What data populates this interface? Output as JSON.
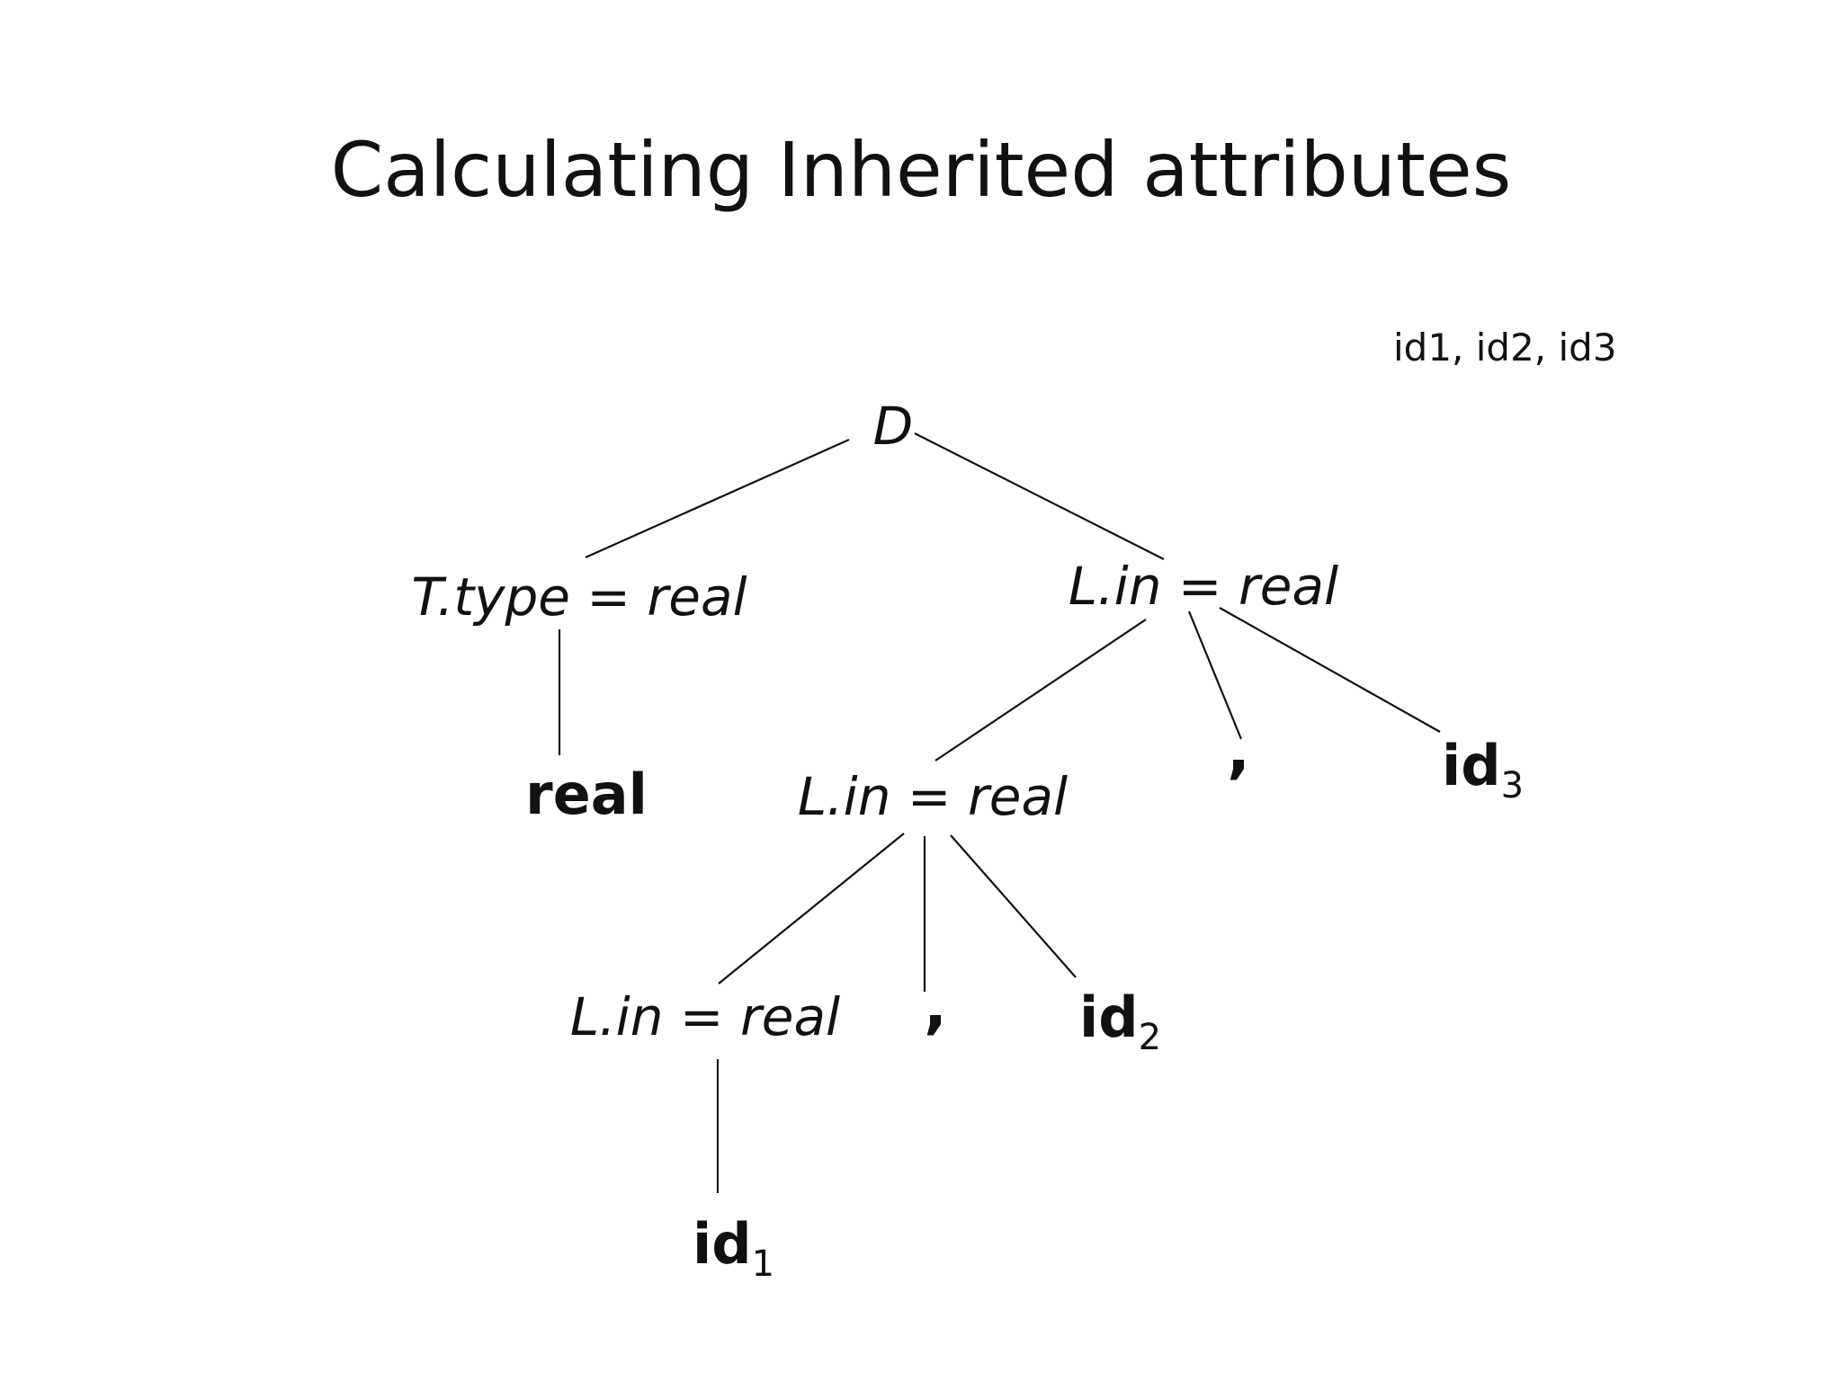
{
  "slide": {
    "title": "Calculating Inherited attributes",
    "input_note": "id1, id2, id3"
  },
  "tree": {
    "root": "D",
    "t_node": "T.type = real",
    "real_leaf": "real",
    "l_top": "L.in = real",
    "l_mid": "L.in = real",
    "l_bottom": "L.in = real",
    "comma_top": ",",
    "comma_mid": ",",
    "id1": {
      "base": "id",
      "sub": "1"
    },
    "id2": {
      "base": "id",
      "sub": "2"
    },
    "id3": {
      "base": "id",
      "sub": "3"
    }
  }
}
